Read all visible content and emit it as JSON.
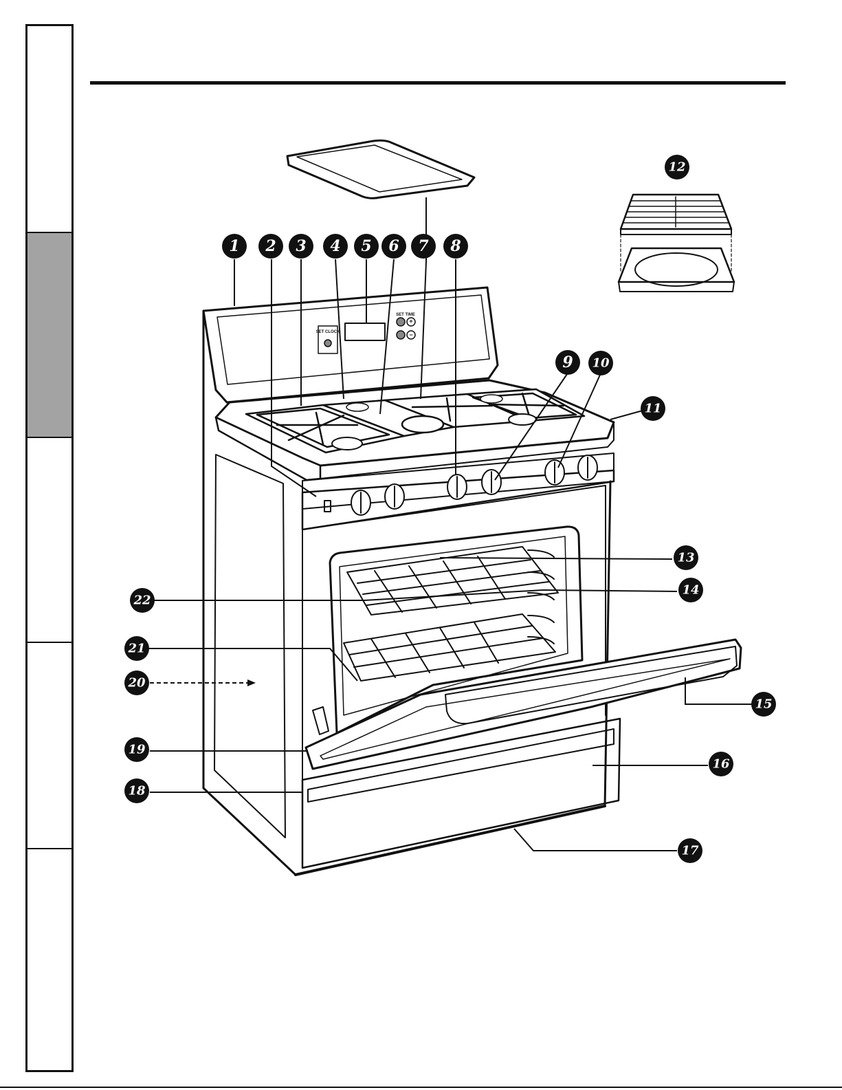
{
  "side_tabs": [
    {
      "label": "",
      "active": false
    },
    {
      "label": "",
      "active": true
    },
    {
      "label": "",
      "active": false
    },
    {
      "label": "",
      "active": false
    },
    {
      "label": "",
      "active": false
    }
  ],
  "control_panel": {
    "set_clock": "SET CLOCK",
    "set_time": "SET TIME",
    "plus": "+",
    "minus": "−"
  },
  "callouts": [
    "1",
    "2",
    "3",
    "4",
    "5",
    "6",
    "7",
    "8",
    "9",
    "10",
    "11",
    "12",
    "13",
    "14",
    "15",
    "16",
    "17",
    "18",
    "19",
    "20",
    "21",
    "22"
  ],
  "colors": {
    "line": "#111111",
    "active_tab": "#a3a3a3",
    "background": "#ffffff"
  }
}
